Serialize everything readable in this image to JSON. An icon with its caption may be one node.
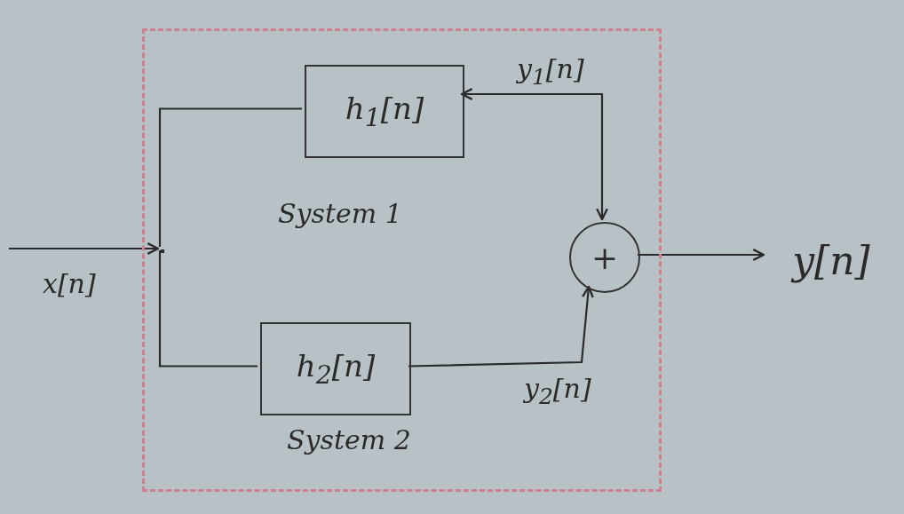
{
  "diagram": {
    "nodes": [
      {
        "text": [],
        "shape": "box"
      },
      {
        "text": [
          "h$_{1}$[n]"
        ],
        "in": 0,
        "beside": [
          "System 1"
        ]
      },
      {
        "text": [
          "h$_{2}$[n]"
        ],
        "in": 0,
        "beside": [
          "System 2"
        ]
      },
      {
        "text": [
          "+"
        ],
        "in": 0
      },
      {
        "text": [
          "y[n]"
        ]
      },
      {
        "text": [],
        "shape": "point",
        "in": 0
      }
    ],
    "edges": [
      {
        "from": null,
        "to": 5,
        "arrow": "to",
        "label": "x[n]"
      },
      {
        "from": 5,
        "to": 1,
        "arrow": "none"
      },
      {
        "from": 5,
        "to": 2,
        "arrow": "none"
      },
      {
        "from": 1,
        "to": 3,
        "arrow": "both",
        "label": "y$_{1}$[n]"
      },
      {
        "from": 2,
        "to": 3,
        "arrow": "to",
        "label": "y$_{2}$[n]"
      },
      {
        "from": 3,
        "to": 4,
        "arrow": "to"
      }
    ]
  }
}
